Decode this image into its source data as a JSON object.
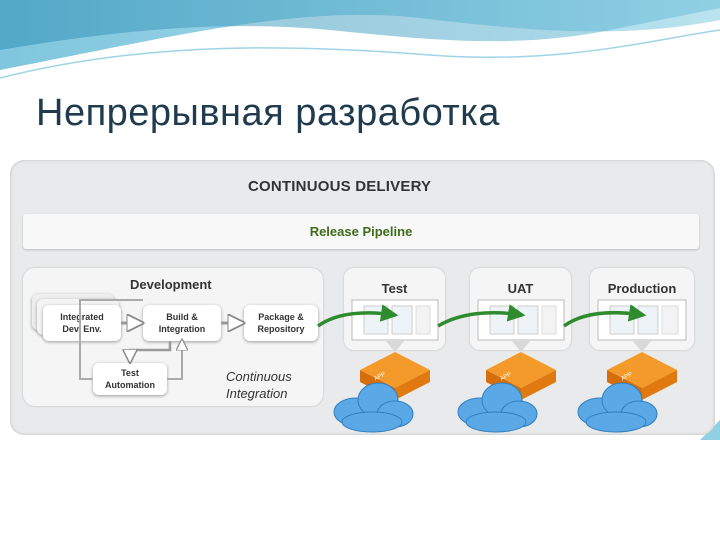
{
  "slide": {
    "title": "Непрерывная разработка"
  },
  "diagram": {
    "heading": "CONTINUOUS DELIVERY",
    "release_pipeline": "Release Pipeline",
    "development": {
      "title": "Development",
      "boxes": {
        "ide": "Integrated Dev. Env.",
        "build": "Build & Integration",
        "package": "Package & Repository",
        "test": "Test Automation"
      },
      "ci_label_line1": "Continuous",
      "ci_label_line2": "Integration"
    },
    "environments": [
      {
        "name": "Test"
      },
      {
        "name": "UAT"
      },
      {
        "name": "Production"
      }
    ],
    "app_label": "APP",
    "colors": {
      "arrow_green": "#2e8b2e",
      "app_orange": "#e07a10",
      "cloud_blue": "#4a9fe0",
      "title": "#1f3b4d"
    }
  }
}
